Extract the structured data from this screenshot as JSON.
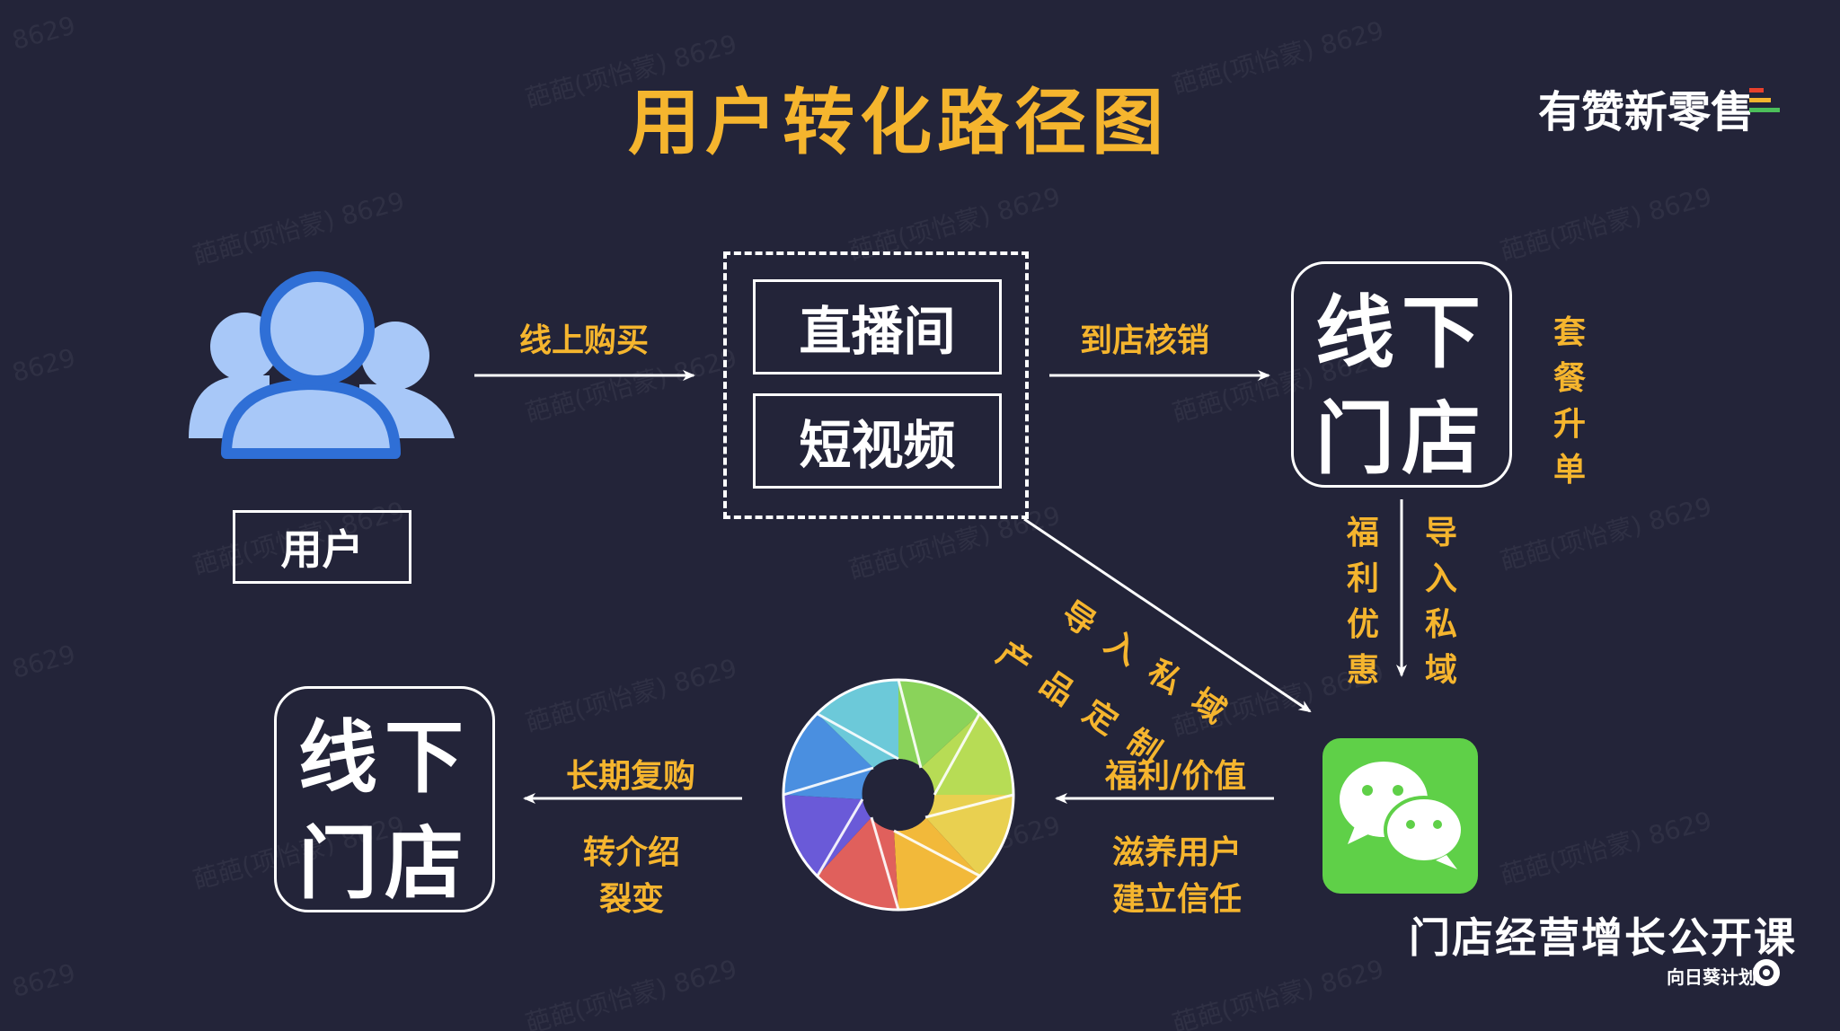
{
  "title": "用户转化路径图",
  "brand": "有赞新零售",
  "watermark": "葩葩(项怡蒙) 8629",
  "user_label": "用户",
  "channels": [
    "直播间",
    "短视频"
  ],
  "store_top": "线下门店",
  "store_bottom": "线下门店",
  "edges": {
    "buy_online": "线上购买",
    "store_redeem": "到店核销",
    "package_upgrade": "套餐升单",
    "welfare": "福利优惠",
    "to_private_right": "导入私域",
    "to_private_diag": "导入私域",
    "product_custom": "产品定制",
    "welfare_value": "福利/价值",
    "nurture": "滋养用户",
    "trust": "建立信任",
    "repurchase": "长期复购",
    "referral": "转介绍",
    "fission": "裂变"
  },
  "footer": {
    "course": "门店经营增长公开课",
    "program": "向日葵计划"
  },
  "colors": {
    "background": "#232439",
    "accent": "#f5b52e",
    "user_icon": "#2f6fd6",
    "wechat_green": "#5fd048"
  },
  "icons": [
    "users-icon",
    "aperture-wheel-icon",
    "wechat-icon",
    "sunflower-icon"
  ]
}
